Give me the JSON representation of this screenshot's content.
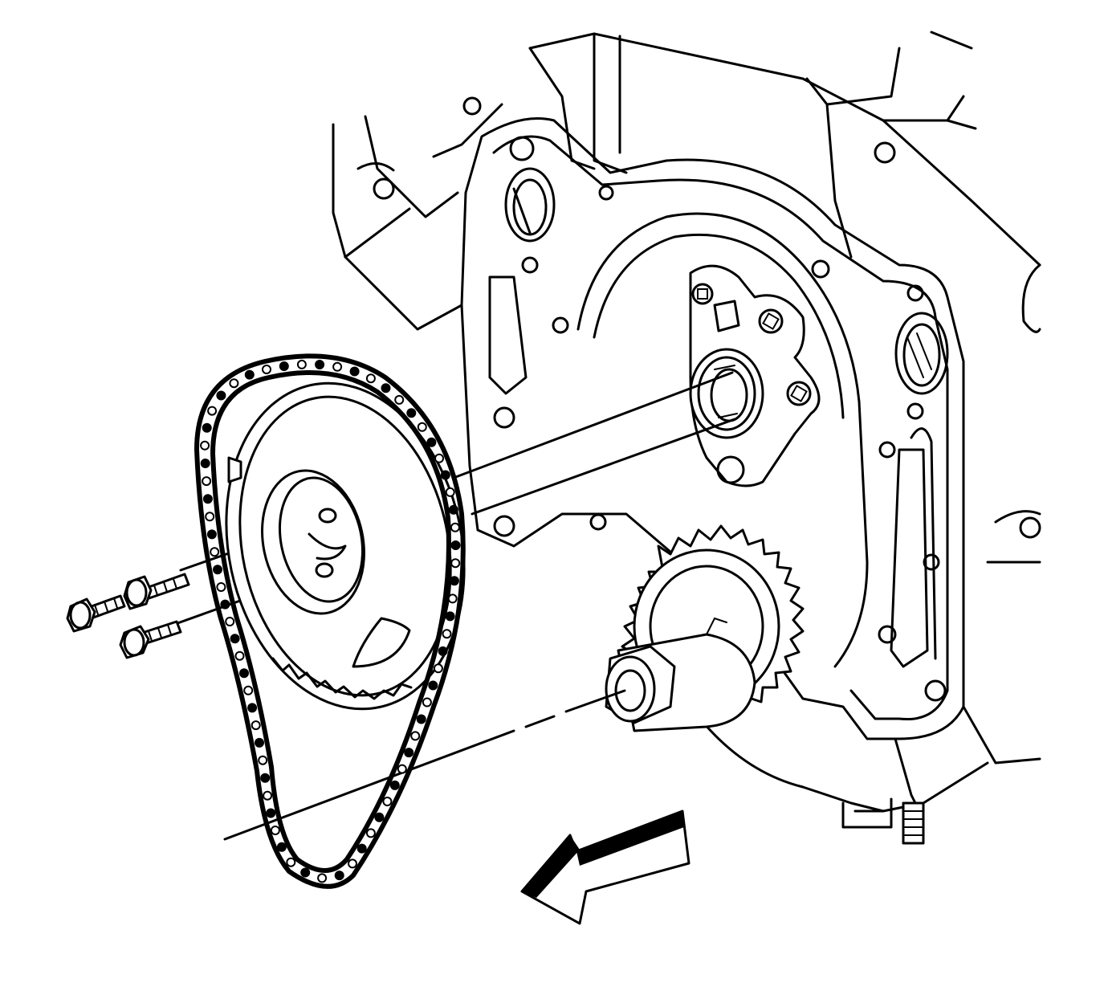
{
  "figure": {
    "type": "exploded-view line illustration",
    "background_color": "#ffffff",
    "line_color": "#000000",
    "components": {
      "engine_block": "engine-block",
      "camshaft_sprocket": "camshaft-sprocket",
      "timing_chain": "timing-chain",
      "crankshaft_sprocket": "crankshaft-sprocket",
      "bolts": "sprocket-bolts",
      "arrow": "direction-arrow-icon"
    },
    "bolt_count": 3,
    "text_labels": []
  }
}
